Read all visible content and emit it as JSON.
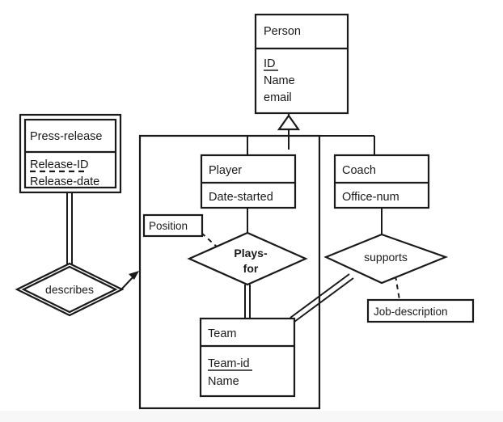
{
  "diagram": {
    "type": "entity-relationship-diagram",
    "notation": "chen",
    "entities": [
      {
        "id": "person",
        "name": "Person",
        "kind": "strong-entity",
        "attributes": [
          {
            "label": "ID",
            "key": "primary"
          },
          {
            "label": "Name",
            "key": "none"
          },
          {
            "label": "email",
            "key": "none"
          }
        ]
      },
      {
        "id": "press-release",
        "name": "Press-release",
        "kind": "weak-entity",
        "attributes": [
          {
            "label": "Release-ID",
            "key": "partial"
          },
          {
            "label": "Release-date",
            "key": "none"
          }
        ]
      },
      {
        "id": "player",
        "name": "Player",
        "kind": "subclass-entity",
        "attributes": [
          {
            "label": "Date-started",
            "key": "none"
          }
        ]
      },
      {
        "id": "coach",
        "name": "Coach",
        "kind": "subclass-entity",
        "attributes": [
          {
            "label": "Office-num",
            "key": "none"
          }
        ]
      },
      {
        "id": "team",
        "name": "Team",
        "kind": "strong-entity",
        "attributes": [
          {
            "label": "Team-id",
            "key": "primary"
          },
          {
            "label": "Name",
            "key": "none"
          }
        ]
      }
    ],
    "relationships": [
      {
        "id": "describes",
        "label": "describes",
        "kind": "identifying-relationship"
      },
      {
        "id": "plays-for",
        "label_line1": "Plays-",
        "label_line2": "for",
        "kind": "relationship",
        "emphasis": "bold"
      },
      {
        "id": "supports",
        "label": "supports",
        "kind": "relationship"
      }
    ],
    "relationship_attributes": [
      {
        "id": "position",
        "label": "Position",
        "attached_to": "plays-for"
      },
      {
        "id": "job-description",
        "label": "Job-description",
        "attached_to": "supports"
      }
    ],
    "specialization": {
      "id": "isa-triangle",
      "superclass": "Person",
      "subclasses": [
        "Player",
        "Coach"
      ],
      "symbol": "hollow-triangle"
    },
    "grouping_box": {
      "id": "team-membership-boundary",
      "description": "outer rectangle enclosing Player, Plays-for and Team"
    },
    "connectors": [
      {
        "from": "press-release",
        "to": "describes",
        "style": "double-line"
      },
      {
        "from": "describes",
        "to": "grouping_box",
        "style": "single-line-arrow"
      },
      {
        "from": "person",
        "to": "isa-triangle",
        "style": "single-line"
      },
      {
        "from": "isa-triangle",
        "to": "player",
        "style": "single-line"
      },
      {
        "from": "isa-triangle",
        "to": "coach",
        "style": "single-line"
      },
      {
        "from": "player",
        "to": "plays-for",
        "style": "single-line"
      },
      {
        "from": "plays-for",
        "to": "team",
        "style": "double-line"
      },
      {
        "from": "position",
        "to": "plays-for",
        "style": "dashed-line"
      },
      {
        "from": "coach",
        "to": "supports",
        "style": "single-line"
      },
      {
        "from": "supports",
        "to": "team",
        "style": "double-line"
      },
      {
        "from": "job-description",
        "to": "supports",
        "style": "dashed-line"
      }
    ]
  },
  "colors": {
    "stroke": "#1a1a1a",
    "fill": "#ffffff",
    "page_background": "#ffffff",
    "bottom_band": "#f7f7f7"
  }
}
